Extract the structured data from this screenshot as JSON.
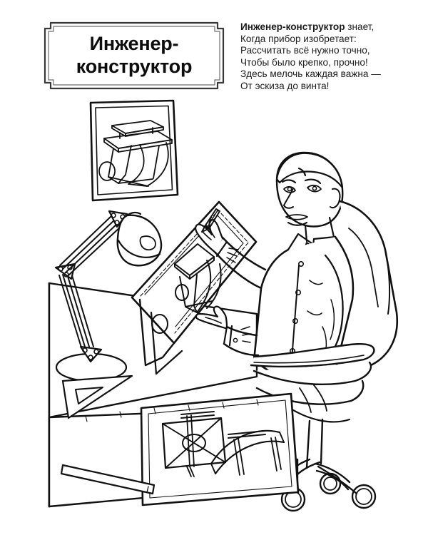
{
  "page": {
    "background_color": "#ffffff",
    "ink_color": "#111111",
    "type": "coloring-page"
  },
  "banner": {
    "title_line_1": "Инженер-",
    "title_line_2": "конструктор",
    "title_full": "Инженер-\nконструктор",
    "frame_style": "double-notched-corner-plaque",
    "frame_color": "#2b2b2b"
  },
  "poem": {
    "lines": [
      {
        "bold": "Инженер-конструктор",
        "rest": " знает,"
      },
      {
        "bold": "",
        "rest": "Когда прибор изобретает:"
      },
      {
        "bold": "",
        "rest": "Рассчитать всё нужно точно,"
      },
      {
        "bold": "",
        "rest": "Чтобы было крепко, прочно!"
      },
      {
        "bold": "",
        "rest": "Здесь мелочь каждая важна —"
      },
      {
        "bold": "",
        "rest": "От эскиза до винта!"
      }
    ]
  },
  "illustration": {
    "description": "Engineer at a drafting table drawing a table design, with an architect lamp, wall picture, blueprints, rulers and an office chair",
    "elements": [
      {
        "name": "wall-picture",
        "content": "technical drawing of a curved-leg table"
      },
      {
        "name": "drafting-board",
        "content": "sheet with sketch of a table being drawn"
      },
      {
        "name": "desk-lamp",
        "content": "articulated architect lamp with round base"
      },
      {
        "name": "engineer-figure",
        "content": "man in collared shirt and tie holding a pencil"
      },
      {
        "name": "office-chair",
        "content": "swivel chair with armrest and caster wheels"
      },
      {
        "name": "blueprint-sheet",
        "content": "large plan sheet with furniture drawings"
      },
      {
        "name": "triangle-ruler",
        "content": "set square with triangular cutout"
      },
      {
        "name": "straight-ruler",
        "content": "long graduated ruler"
      }
    ]
  }
}
